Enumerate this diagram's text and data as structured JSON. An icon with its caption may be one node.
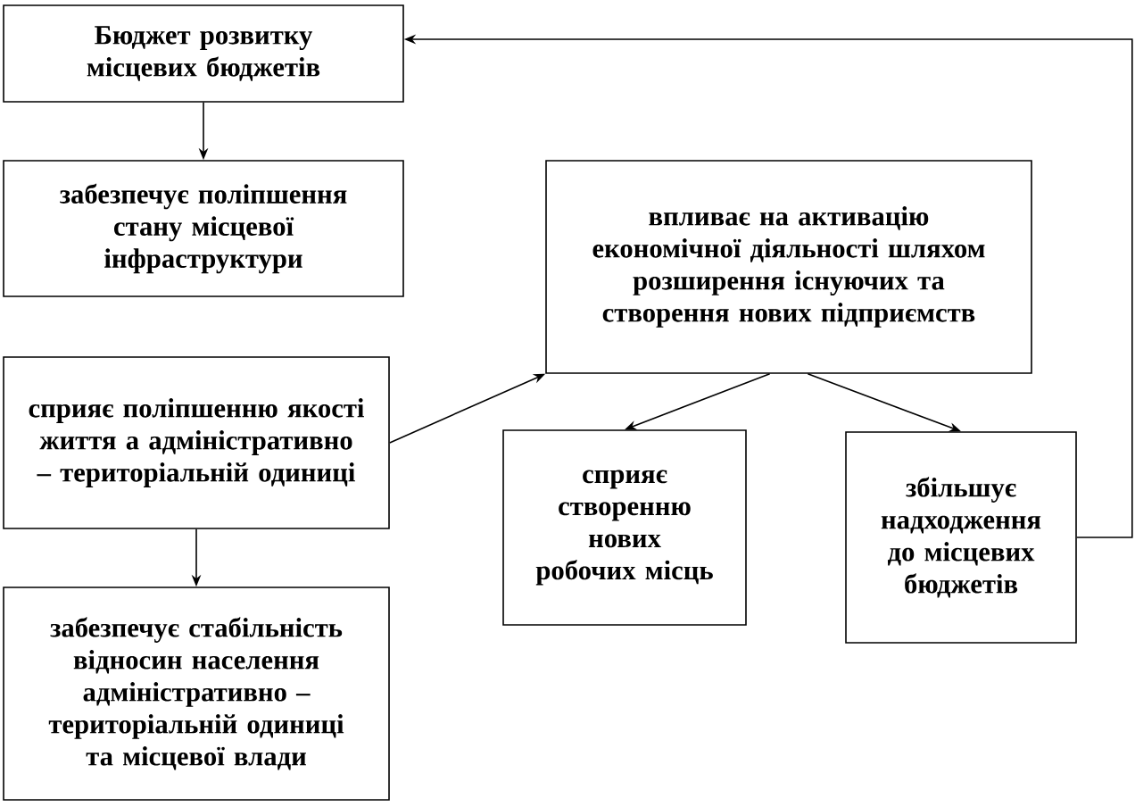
{
  "diagram": {
    "nodes": [
      {
        "text": [
          "Бюджет розвитку місцевих бюджетів"
        ]
      },
      {
        "text": [
          "забезпечує поліпшення стану місцевої інфраструктури"
        ]
      },
      {
        "text": [
          "сприяє поліпшенню якості життя а адміністративно – територіальній одиниці"
        ]
      },
      {
        "text": [
          "забезпечує стабільність відносин населення адміністративно – територіальній одиниці та місцевої влади"
        ]
      },
      {
        "text": [
          "впливає на активацію економічної діяльності шляхом розширення існуючих та створення нових підприємств"
        ]
      },
      {
        "text": [
          "сприяє створенню нових робочих місць"
        ]
      },
      {
        "text": [
          "збільшує надходження до місцевих бюджетів"
        ]
      }
    ],
    "edges": [
      {
        "from": 0,
        "to": 1,
        "arrow": "to"
      },
      {
        "from": 2,
        "to": 3,
        "arrow": "to"
      },
      {
        "from": 2,
        "to": 4,
        "arrow": "to"
      },
      {
        "from": 4,
        "to": 5,
        "arrow": "to"
      },
      {
        "from": 4,
        "to": 6,
        "arrow": "to"
      },
      {
        "from": 6,
        "to": 0,
        "arrow": "to"
      }
    ]
  }
}
